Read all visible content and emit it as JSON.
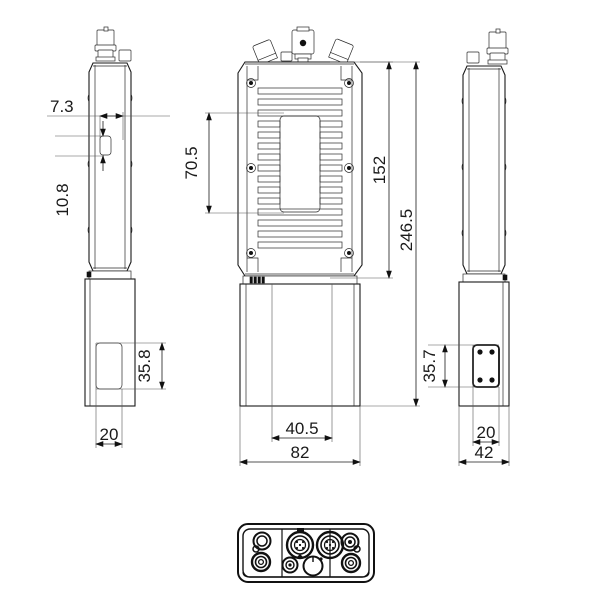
{
  "drawing": {
    "title": "Mechanical dimension drawing",
    "units": "mm",
    "background_color": "#ffffff",
    "line_color": "#1a1a1a",
    "views": [
      {
        "name": "left-side-view",
        "label": ""
      },
      {
        "name": "front-view",
        "label": ""
      },
      {
        "name": "right-side-view",
        "label": ""
      },
      {
        "name": "bottom-connector-view",
        "label": ""
      }
    ]
  },
  "dimensions": {
    "left_view": {
      "d_7_3": "7.3",
      "d_10_8": "10.8",
      "d_35_8": "35.8",
      "d_20": "20"
    },
    "front_view": {
      "d_70_5": "70.5",
      "d_152": "152",
      "d_246_5": "246.5",
      "d_40_5": "40.5",
      "d_82": "82"
    },
    "right_view": {
      "d_35_7": "35.7",
      "d_20": "20",
      "d_42": "42"
    }
  }
}
